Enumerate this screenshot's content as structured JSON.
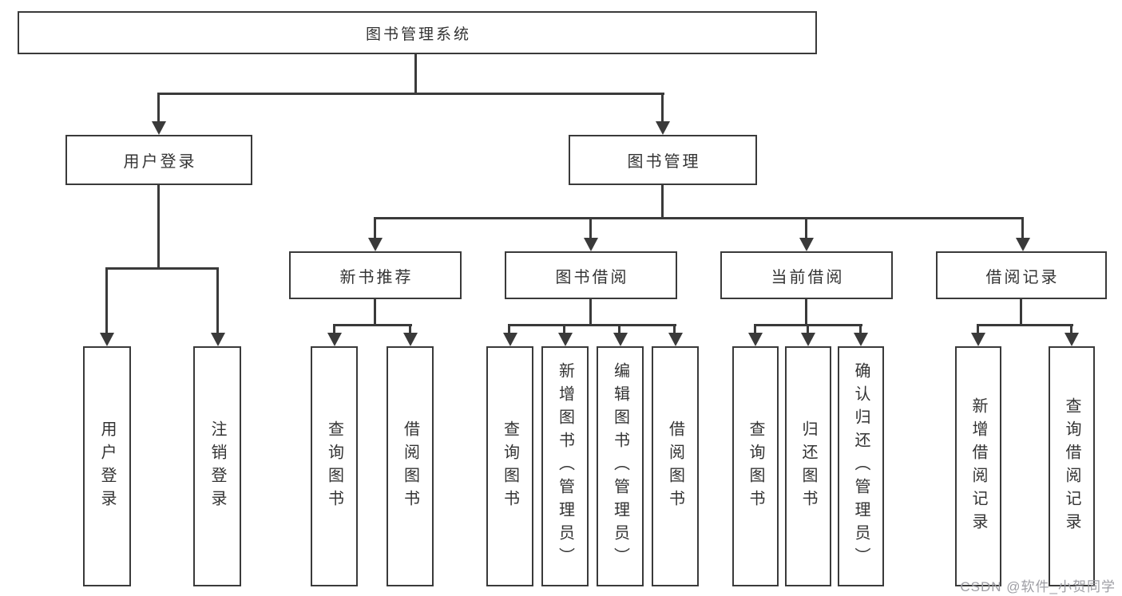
{
  "tree": {
    "label": "图书管理系统",
    "children": [
      {
        "label": "用户登录",
        "children": [
          {
            "label": "用户登录"
          },
          {
            "label": "注销登录"
          }
        ]
      },
      {
        "label": "图书管理",
        "children": [
          {
            "label": "新书推荐",
            "children": [
              {
                "label": "查询图书"
              },
              {
                "label": "借阅图书"
              }
            ]
          },
          {
            "label": "图书借阅",
            "children": [
              {
                "label": "查询图书"
              },
              {
                "label": "新增图书（管理员）"
              },
              {
                "label": "编辑图书（管理员）"
              },
              {
                "label": "借阅图书"
              }
            ]
          },
          {
            "label": "当前借阅",
            "children": [
              {
                "label": "查询图书"
              },
              {
                "label": "归还图书"
              },
              {
                "label": "确认归还（管理员）"
              }
            ]
          },
          {
            "label": "借阅记录",
            "children": [
              {
                "label": "新增借阅记录"
              },
              {
                "label": "查询借阅记录"
              }
            ]
          }
        ]
      }
    ]
  },
  "watermark": {
    "text": "CSDN @软件_小贺同学"
  },
  "colors": {
    "line": "#3a3a3a",
    "text": "#333333",
    "background": "#ffffff",
    "watermark": "#9e9ea4"
  }
}
